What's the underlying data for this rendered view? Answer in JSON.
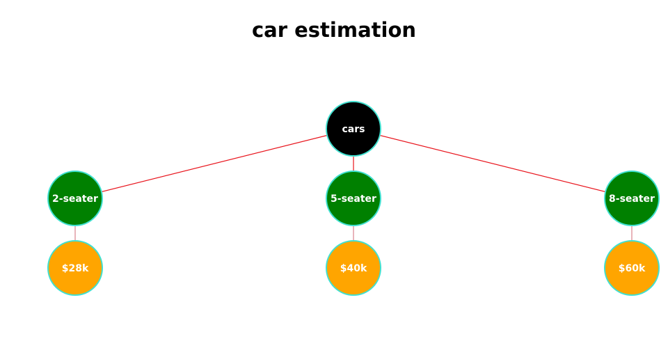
{
  "title": "car estimation",
  "colors": {
    "background": "#ffffff",
    "root_fill": "#000000",
    "category_fill": "#008000",
    "value_fill": "#ffa500",
    "node_stroke": "#40e0d0",
    "edge_root": "#e8141c",
    "edge_child": "#e3a2a9",
    "label": "#ffffff"
  },
  "tree": {
    "root": {
      "label": "cars"
    },
    "children": [
      {
        "label": "2-seater",
        "value": "$28k"
      },
      {
        "label": "5-seater",
        "value": "$40k"
      },
      {
        "label": "8-seater",
        "value": "$60k"
      }
    ]
  }
}
